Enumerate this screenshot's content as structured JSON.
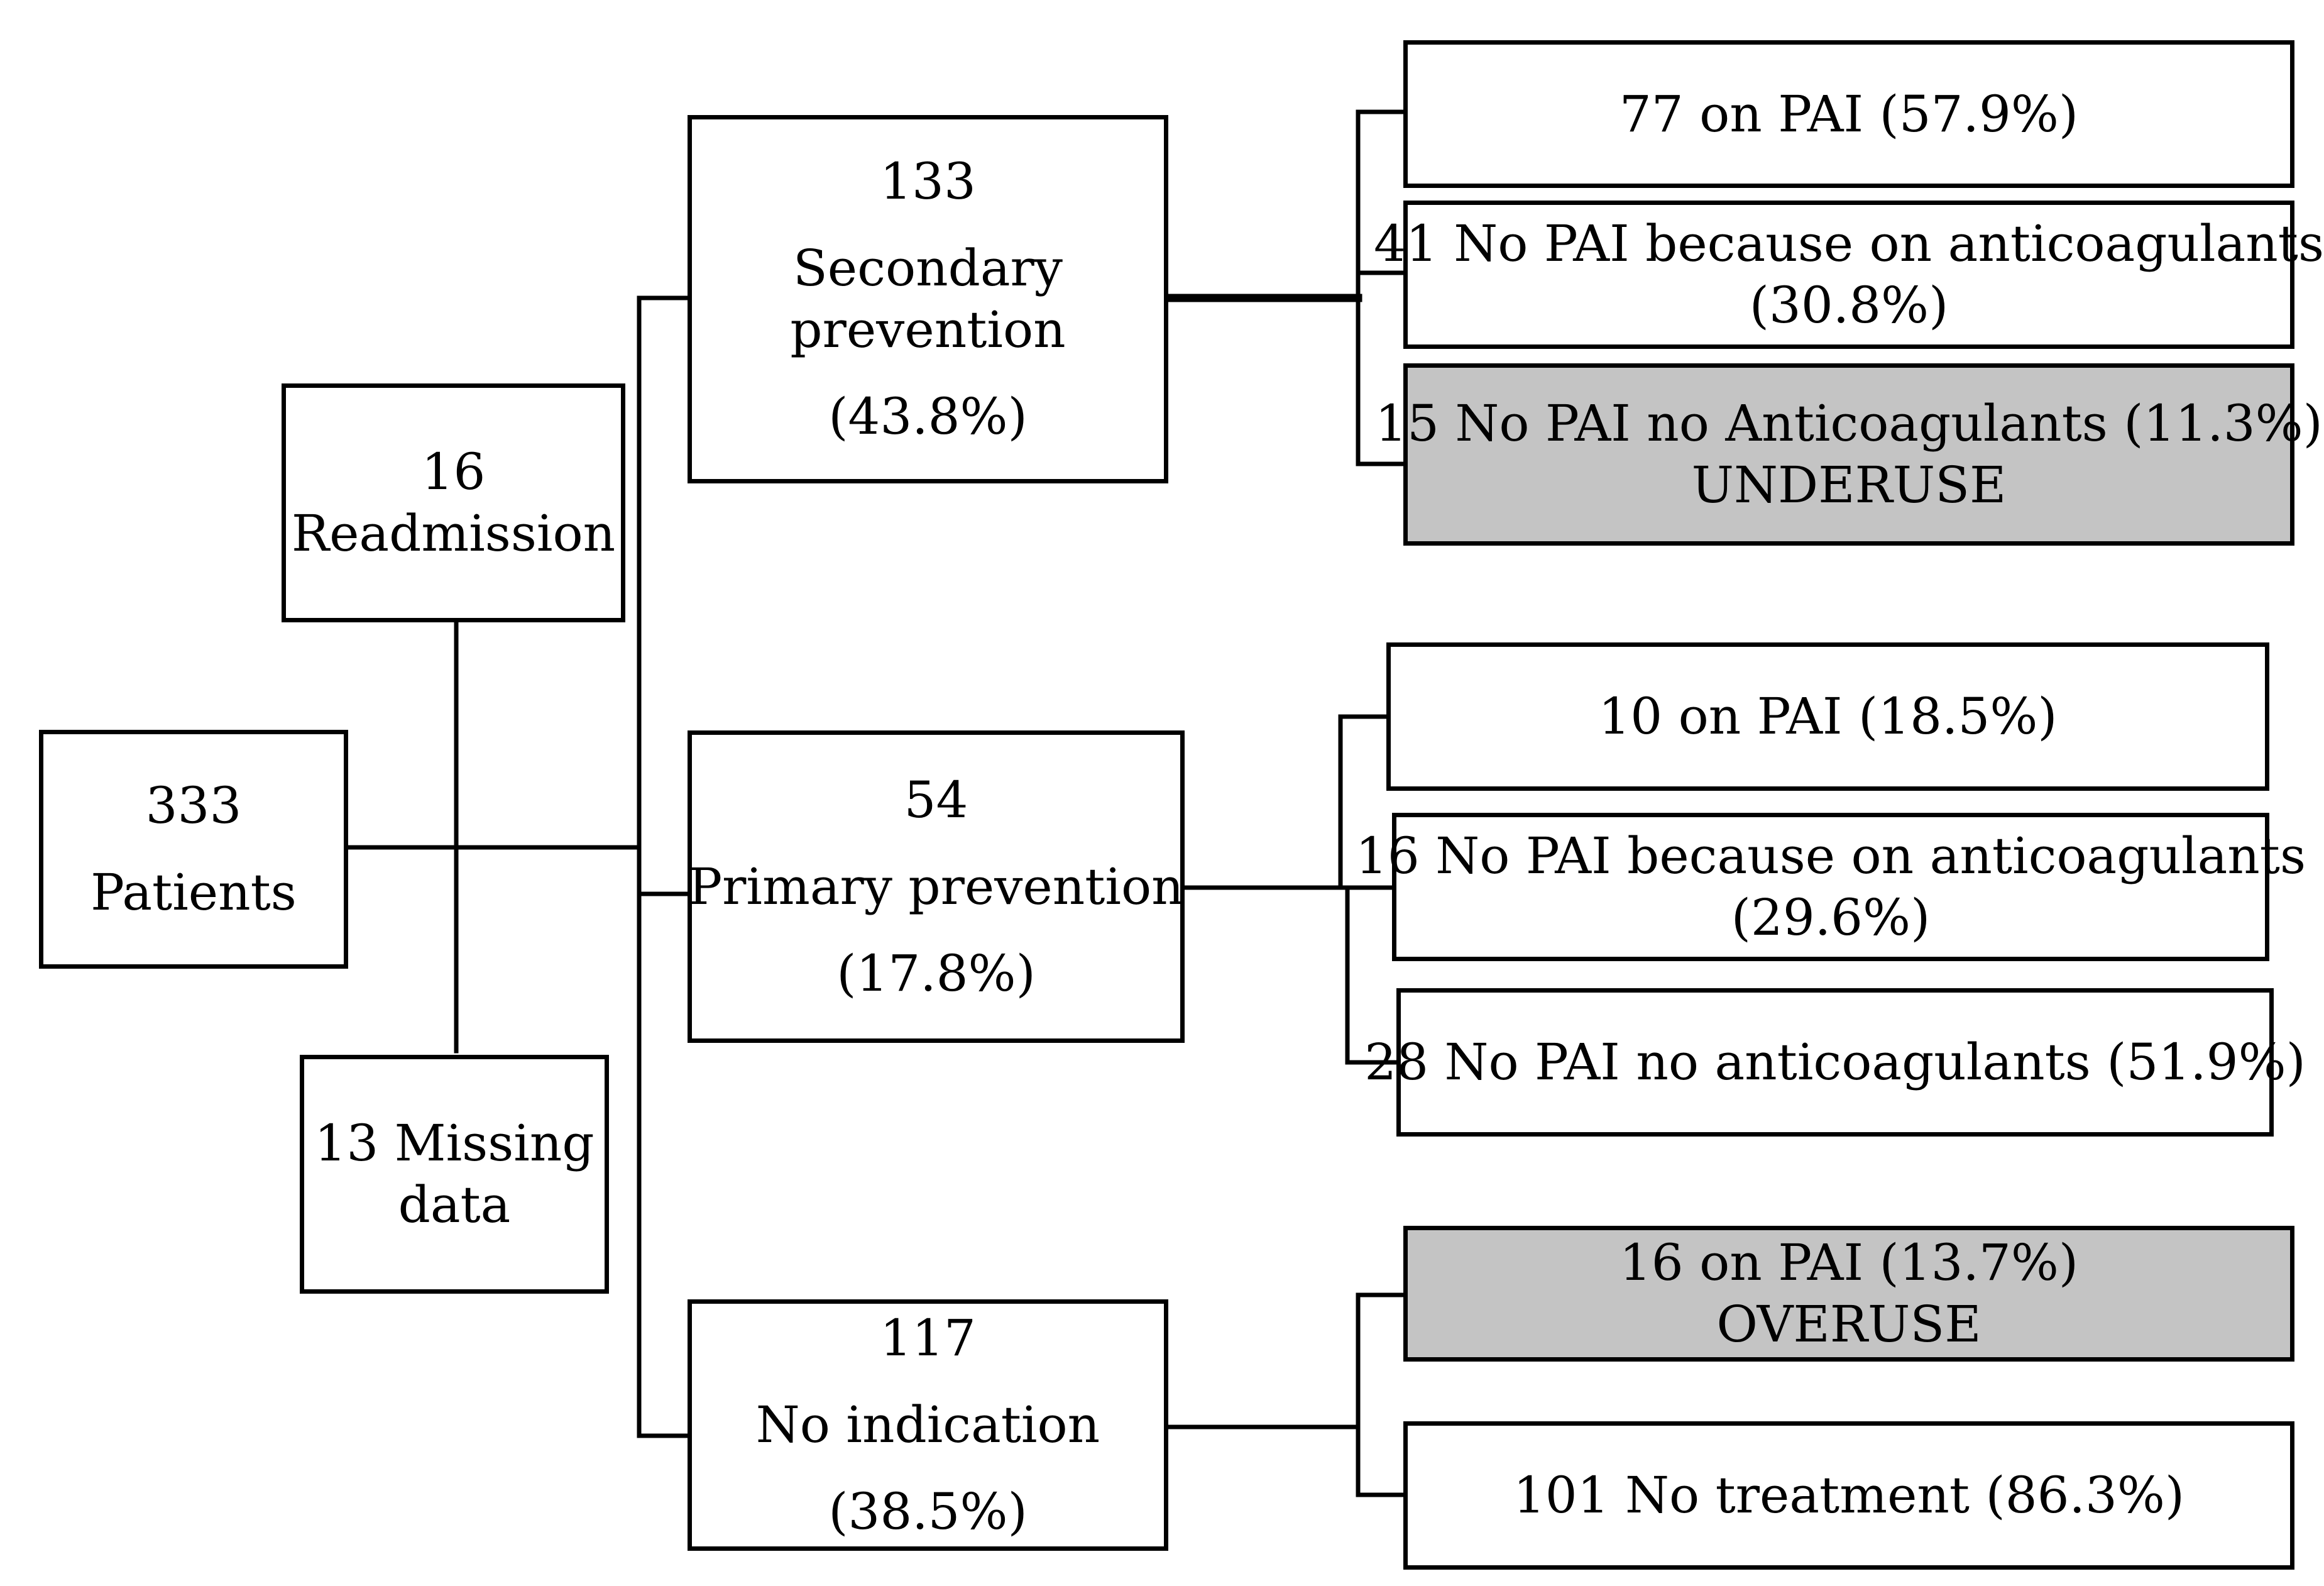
{
  "root": {
    "count": "333",
    "label": "Patients"
  },
  "readmission": {
    "count": "16",
    "label": "Readmission"
  },
  "missing": {
    "line1": "13 Missing",
    "line2": "data"
  },
  "secondary": {
    "count": "133",
    "label_line1": "Secondary",
    "label_line2": "prevention",
    "percent": "(43.8%)",
    "outcomes": [
      {
        "text": "77 on PAI (57.9%)"
      },
      {
        "line1": "41 No PAI because on anticoagulants",
        "line2": "(30.8%)"
      },
      {
        "line1": "15 No PAI no Anticoagulants (11.3%)",
        "line2": "UNDERUSE",
        "highlight": true
      }
    ]
  },
  "primary": {
    "count": "54",
    "label": "Primary prevention",
    "percent": "(17.8%)",
    "outcomes": [
      {
        "text": "10 on PAI (18.5%)"
      },
      {
        "line1": "16 No PAI because on anticoagulants",
        "line2": "(29.6%)"
      },
      {
        "text": "28 No PAI no anticoagulants (51.9%)"
      }
    ]
  },
  "no_indication": {
    "count": "117",
    "label": "No indication",
    "percent": "(38.5%)",
    "outcomes": [
      {
        "line1": "16 on PAI (13.7%)",
        "line2": "OVERUSE",
        "highlight": true
      },
      {
        "text": "101 No treatment (86.3%)"
      }
    ]
  },
  "colors": {
    "line": "#000000",
    "highlight_fill": "#c4c4c4",
    "box_fill": "#ffffff"
  }
}
